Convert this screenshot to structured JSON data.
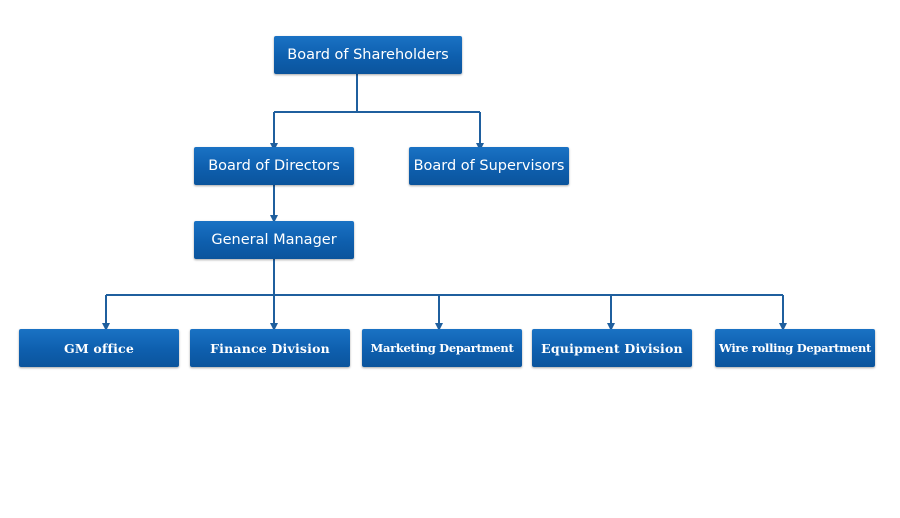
{
  "chart": {
    "nodes": [
      {
        "id": "shareholders",
        "label": "Board of Shareholders"
      },
      {
        "id": "directors",
        "label": "Board of Directors"
      },
      {
        "id": "supervisors",
        "label": "Board of Supervisors"
      },
      {
        "id": "general_manager",
        "label": "General Manager"
      },
      {
        "id": "gm_office",
        "label": "GM office"
      },
      {
        "id": "finance",
        "label": "Finance Division"
      },
      {
        "id": "marketing",
        "label": "Marketing Department"
      },
      {
        "id": "equipment",
        "label": "Equipment Division"
      },
      {
        "id": "wire_rolling",
        "label": "Wire rolling Department"
      }
    ],
    "edges": [
      {
        "from": "shareholders",
        "to": "directors"
      },
      {
        "from": "shareholders",
        "to": "supervisors"
      },
      {
        "from": "directors",
        "to": "general_manager"
      },
      {
        "from": "general_manager",
        "to": "gm_office"
      },
      {
        "from": "general_manager",
        "to": "finance"
      },
      {
        "from": "general_manager",
        "to": "marketing"
      },
      {
        "from": "general_manager",
        "to": "equipment"
      },
      {
        "from": "general_manager",
        "to": "wire_rolling"
      }
    ]
  },
  "colors": {
    "box": "#0e5fae",
    "connector": "#1f5f9e",
    "text": "#ffffff",
    "background": "#ffffff"
  }
}
